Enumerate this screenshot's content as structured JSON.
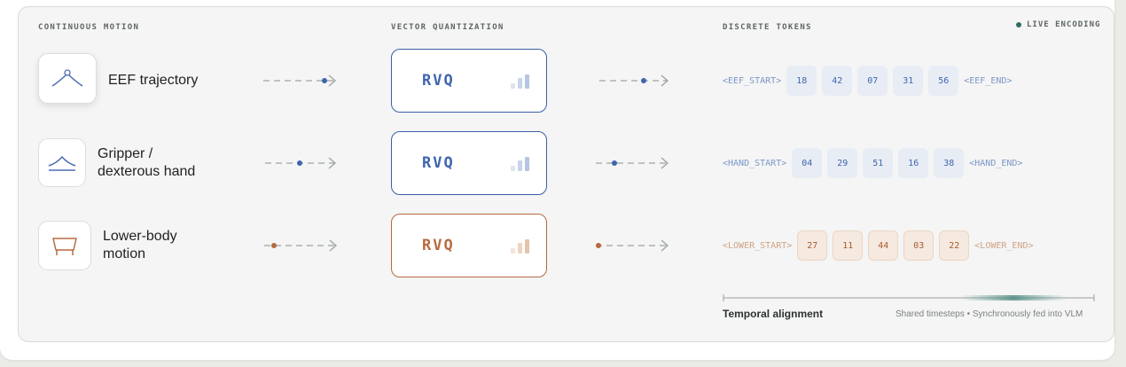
{
  "headers": {
    "continuous": "CONTINUOUS MOTION",
    "quantization": "VECTOR QUANTIZATION",
    "discrete": "DISCRETE TOKENS",
    "live": "LIVE ENCODING"
  },
  "colors": {
    "blue": "#3f64ae",
    "orange": "#b86a3f",
    "live_dot": "#2f6e66"
  },
  "rows": [
    {
      "label": "EEF trajectory",
      "icon": "eef-trajectory-icon",
      "quantizer": "RVQ",
      "start_tag": "<EEF_START>",
      "tokens": [
        "18",
        "42",
        "07",
        "31",
        "56"
      ],
      "end_tag": "<EEF_END>"
    },
    {
      "label_line1": "Gripper /",
      "label_line2": "dexterous hand",
      "icon": "gripper-hand-icon",
      "quantizer": "RVQ",
      "start_tag": "<HAND_START>",
      "tokens": [
        "04",
        "29",
        "51",
        "16",
        "38"
      ],
      "end_tag": "<HAND_END>"
    },
    {
      "label_line1": "Lower-body",
      "label_line2": "motion",
      "icon": "lower-body-icon",
      "quantizer": "RVQ",
      "start_tag": "<LOWER_START>",
      "tokens": [
        "27",
        "11",
        "44",
        "03",
        "22"
      ],
      "end_tag": "<LOWER_END>"
    }
  ],
  "footer": {
    "title": "Temporal alignment",
    "note": "Shared timesteps  •  Synchronously fed into VLM"
  }
}
